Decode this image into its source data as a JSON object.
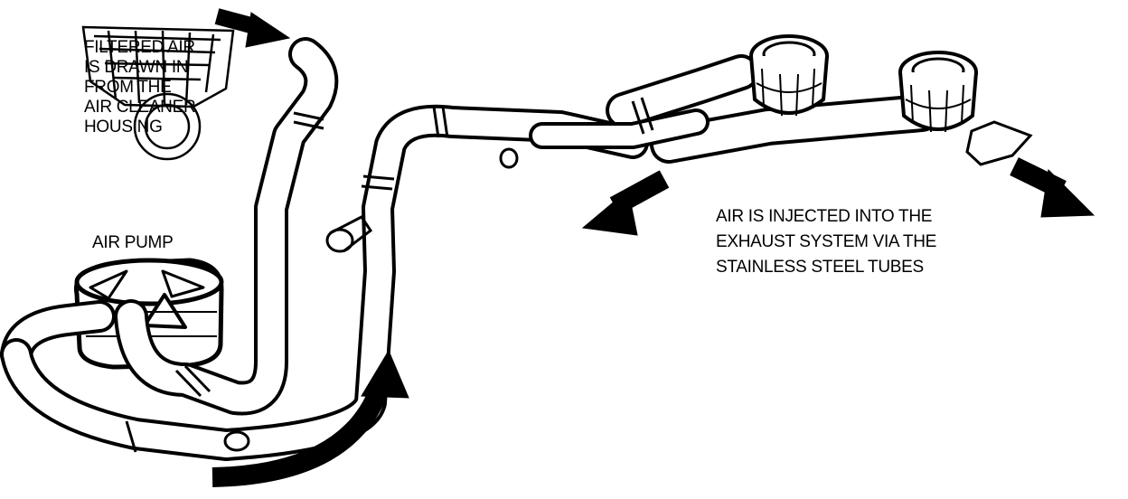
{
  "labels": {
    "intake": [
      "FILTERED AIR",
      "IS DRAWN IN",
      "FROM THE",
      "AIR CLEANER",
      "HOUSING"
    ],
    "pump": "AIR PUMP",
    "exhaust": [
      "AIR IS INJECTED INTO THE",
      "EXHAUST SYSTEM VIA  THE",
      "STAINLESS STEEL TUBES"
    ]
  },
  "colors": {
    "ink": "#000000",
    "paper": "#ffffff"
  }
}
